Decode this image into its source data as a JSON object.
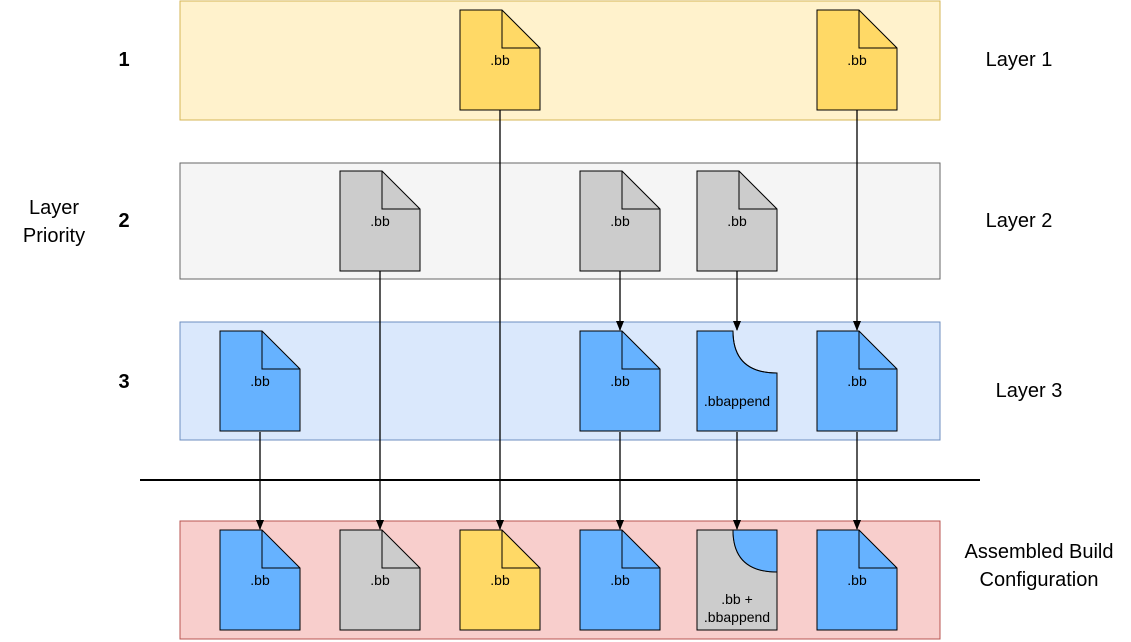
{
  "axis": {
    "label_line1": "Layer",
    "label_line2": "Priority"
  },
  "colors": {
    "yellow_bg": "#fff2cc",
    "yellow_border": "#d6b656",
    "yellow_file": "#ffd966",
    "gray_bg": "#f5f5f5",
    "gray_border": "#666666",
    "gray_file": "#cccccc",
    "blue_bg": "#dae8fc",
    "blue_border": "#6c8ebf",
    "blue_file": "#66b2ff",
    "red_bg": "#f8cecc",
    "red_border": "#b85450"
  },
  "layers": [
    {
      "priority": "1",
      "name": "Layer 1"
    },
    {
      "priority": "2",
      "name": "Layer 2"
    },
    {
      "priority": "3",
      "name": "Layer 3"
    }
  ],
  "assembled": {
    "name_line1": "Assembled Build",
    "name_line2": "Configuration"
  },
  "files": {
    "layer1": [
      ".bb",
      ".bb"
    ],
    "layer2": [
      ".bb",
      ".bb",
      ".bb"
    ],
    "layer3": [
      ".bb",
      ".bb",
      ".bbappend",
      ".bb"
    ],
    "assembled": [
      ".bb",
      ".bb",
      ".bb",
      ".bb",
      ".bb +",
      ".bbappend",
      ".bb"
    ]
  }
}
